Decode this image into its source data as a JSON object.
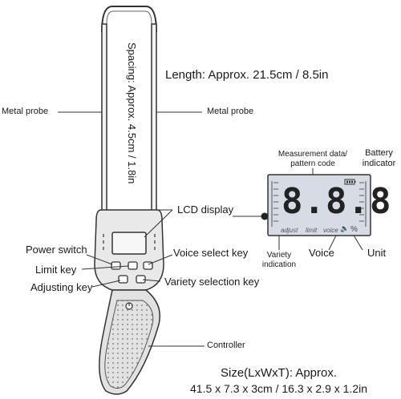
{
  "labels": {
    "length": "Length: Approx. 21.5cm / 8.5in",
    "spacing": "Spacing: Approx. 4.5cm / 1.8in",
    "metal_probe_left": "Metal probe",
    "metal_probe_right": "Metal probe",
    "measurement_data": "Measurement data/\npattern code",
    "measurement_data_line1": "Measurement data/",
    "measurement_data_line2": "pattern code",
    "battery_line1": "Battery",
    "battery_line2": "indicator",
    "lcd_display": "LCD display",
    "power_switch": "Power switch",
    "voice_select_key": "Voice select key",
    "limit_key": "Limit key",
    "adjusting_key": "Adjusting key",
    "variety_selection_key": "Variety selection key",
    "variety_line1": "Variety",
    "variety_line2": "indication",
    "voice": "Voice",
    "unit": "Unit",
    "controller": "Controller",
    "size_line1": "Size(LxWxT): Approx.",
    "size_line2": "41.5 x 7.3 x 3cm / 16.3 x 2.9 x 1.2in"
  },
  "lcd": {
    "digits": "8.8.8",
    "adjust": "adjust",
    "limit": "limit",
    "voice": "voice",
    "percent": "%"
  },
  "colors": {
    "line": "#333333",
    "body_fill": "#e9e9e9",
    "lcd_fill": "#d7dbe3"
  }
}
